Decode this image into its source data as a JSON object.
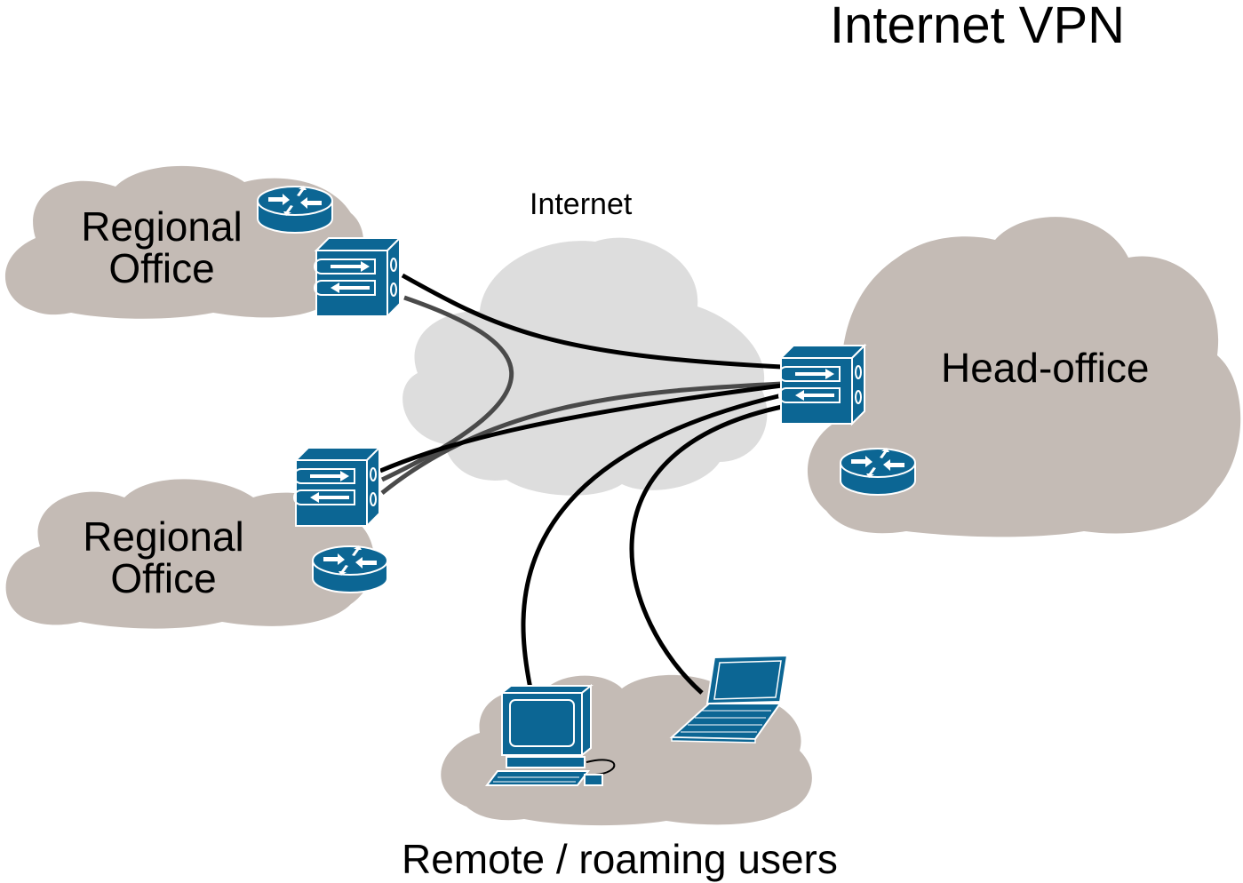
{
  "title": "Internet VPN",
  "internet": {
    "label": "Internet"
  },
  "regional_office_1": {
    "line1": "Regional",
    "line2": "Office"
  },
  "regional_office_2": {
    "line1": "Regional",
    "line2": "Office"
  },
  "head_office": {
    "label": "Head-office"
  },
  "remote_users": {
    "label": "Remote / roaming users"
  },
  "colors": {
    "site_cloud": "#c4bbb5",
    "internet_cloud": "#dddddd",
    "device_blue": "#0c6694",
    "tunnel_black": "#000000",
    "tunnel_gray": "#4a4a4a"
  },
  "icons": [
    "router-icon",
    "vpn-concentrator-icon",
    "desktop-computer-icon",
    "laptop-icon"
  ]
}
